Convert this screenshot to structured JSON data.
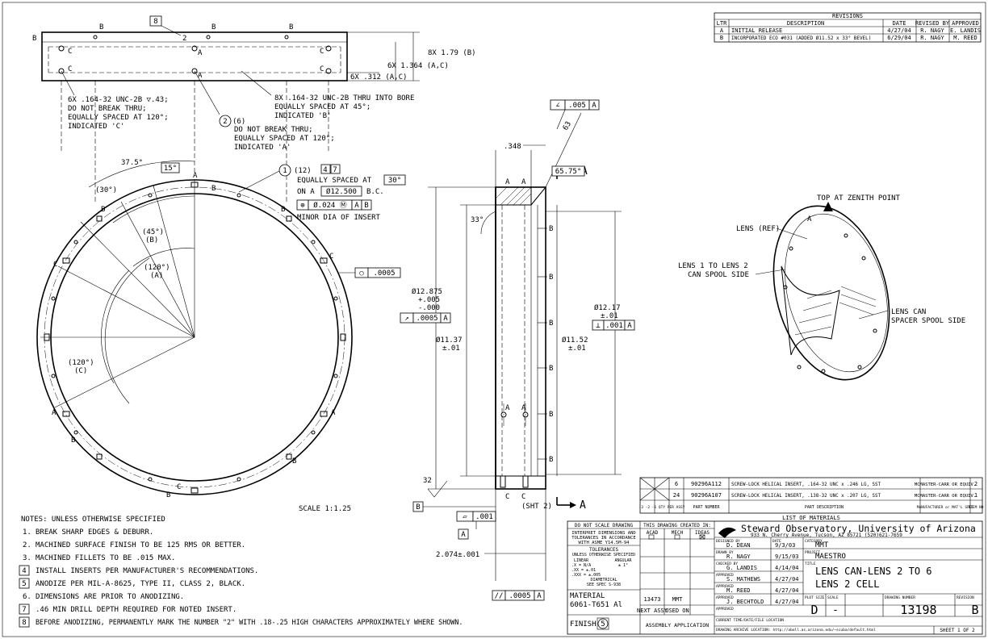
{
  "revisions": {
    "title": "REVISIONS",
    "headers": [
      "LTR",
      "DESCRIPTION",
      "DATE",
      "REVISED BY",
      "APPROVED"
    ],
    "rows": [
      [
        "A",
        "INITIAL RELEASE",
        "4/27/04",
        "R. NAGY",
        "E. LANDIS"
      ],
      [
        "B",
        "INCORPORATED ECO #031 (ADDED Ø11.52 x 33° BEVEL)",
        "6/29/04",
        "R. NAGY",
        "M. REED"
      ]
    ]
  },
  "top_view": {
    "flag": "8",
    "flag_text": "2",
    "dim_width": "8X 1.79 (B)",
    "dim_mid": "6X 1.364 (A,C)",
    "dim_small": "6X .312 (A,C)",
    "note_c": [
      "6X .164-32 UNC-2B ▽.43;",
      "DO NOT BREAK THRU;",
      "EQUALLY SPACED AT 120°;",
      "INDICATED 'C'"
    ],
    "note_b": [
      "8X .164-32 UNC-2B THRU INTO BORE",
      "EQUALLY SPACED AT 45°;",
      "INDICATED 'B'"
    ],
    "note_a_ref": "2",
    "note_a_count": "(6)",
    "note_a": [
      "DO NOT BREAK THRU;",
      "EQUALLY SPACED AT 120°;",
      "INDICATED 'A'"
    ],
    "letters": {
      "b": "B",
      "a": "A",
      "c": "C"
    }
  },
  "front_view": {
    "angle_375": "37.5°",
    "angle_15": "15°",
    "angle_30": "(30°)",
    "angle_45": "(45°)",
    "angle_45b": "(B)",
    "angle_120a": "(120°)",
    "angle_120a_l": "(A)",
    "angle_120c": "(120°)",
    "angle_120c_l": "(C)",
    "insert_ref": "1",
    "insert_count": "(12)",
    "insert_flags": [
      "4",
      "7"
    ],
    "insert_line1": "EQUALLY SPACED AT",
    "insert_angle": "30°",
    "insert_on": "ON A",
    "insert_bc": "Ø12.500",
    "insert_bc_suffix": "B.C.",
    "fcf_pos": [
      "⊕",
      "Ø.024 Ⓜ",
      "A",
      "B"
    ],
    "minor_dia": "MINOR DIA OF INSERT",
    "flatness": [
      "○",
      ".0005"
    ],
    "scale": "SCALE 1:1.25"
  },
  "section_view": {
    "dim_348": ".348",
    "angularity": [
      "∠",
      ".005",
      "A"
    ],
    "chamfer": "63",
    "angle_6575": "65.75°",
    "angle_33": "33°",
    "section_arrow": "A",
    "dia_12875": [
      "Ø12.875",
      "+.005",
      "-.000"
    ],
    "runout": [
      "↗",
      ".0005",
      "A"
    ],
    "dia_1137": [
      "Ø11.37",
      "±.01"
    ],
    "dia_1152": [
      "Ø11.52",
      "±.01"
    ],
    "dia_1217": [
      "Ø12.17",
      "±.01"
    ],
    "perp": [
      "⊥",
      ".001",
      "A"
    ],
    "finish_32": "32",
    "datum_b": "B",
    "flat_001": [
      "▱",
      ".001"
    ],
    "datum_a": "A",
    "dim_2074": "2.074±.001",
    "parallel": [
      "//",
      ".0005",
      "A"
    ],
    "sht2": "(SHT 2)",
    "letters": {
      "a": "A",
      "b": "B",
      "c": "C"
    }
  },
  "iso_view": {
    "top": "TOP AT ZENITH POINT",
    "lens_ref": "LENS (REF)",
    "lens_1_2": [
      "LENS 1 TO LENS 2",
      "CAN SPOOL SIDE"
    ],
    "lens_can": [
      "LENS CAN",
      "SPACER SPOOL SIDE"
    ],
    "a_label": "A"
  },
  "notes": {
    "header": "NOTES: UNLESS OTHERWISE SPECIFIED",
    "items": [
      {
        "n": "1.",
        "t": "BREAK SHARP EDGES & DEBURR.",
        "boxed": false
      },
      {
        "n": "2.",
        "t": "MACHINED SURFACE FINISH TO BE 125 RMS OR BETTER.",
        "boxed": false
      },
      {
        "n": "3.",
        "t": "MACHINED FILLETS TO BE .015 MAX.",
        "boxed": false
      },
      {
        "n": "4",
        "t": "INSTALL INSERTS PER MANUFACTURER'S RECOMMENDATIONS.",
        "boxed": true
      },
      {
        "n": "5",
        "t": "ANODIZE PER MIL-A-8625, TYPE II, CLASS 2, BLACK.",
        "boxed": true
      },
      {
        "n": "6.",
        "t": "DIMENSIONS ARE PRIOR TO ANODIZING.",
        "boxed": false
      },
      {
        "n": "7",
        "t": ".46 MIN DRILL DEPTH REQUIRED FOR NOTED INSERT.",
        "boxed": true
      },
      {
        "n": "8",
        "t": "BEFORE ANODIZING, PERMANENTLY MARK THE NUMBER \"2\" WITH .18-.25 HIGH CHARACTERS APPROXIMATELY WHERE SHOWN.",
        "boxed": true
      }
    ]
  },
  "bom": {
    "rows": [
      {
        "qty": "6",
        "part": "90296A112",
        "desc": "SCREW-LOCK HELICAL INSERT, .164-32 UNC x .246 LG, SST",
        "mfr": "MCMASTER-CARR OR EQUIV.",
        "item": "2"
      },
      {
        "qty": "24",
        "part": "90296A107",
        "desc": "SCREW-LOCK HELICAL INSERT, .138-32 UNC x .207 LG, SST",
        "mfr": "MCMASTER-CARR OR EQUIV.",
        "item": "1"
      }
    ],
    "header": {
      "qty": "-3 -2 -1 QTY PER ASSY",
      "part": "PART NUMBER",
      "desc": "PART DESCRIPTION",
      "mfr": "MANUFACTURER or MAT'L SPEC",
      "item": "ITEM NO"
    },
    "title": "LIST OF MATERIALS"
  },
  "title_block": {
    "do_not_scale": "DO NOT SCALE DRAWING",
    "interpret": [
      "INTERPRET DIMENSIONS AND",
      "TOLERANCES IN ACCORDANCE",
      "WITH ASME Y14.5M-94"
    ],
    "created_in": "THIS DRAWING CREATED IN:",
    "cad": [
      "ACAD",
      "MECH",
      "IDEAS"
    ],
    "tol_title": "TOLERANCES",
    "tol_sub": "UNLESS OTHERWISE SPECIFIED",
    "tol_linear": "LINEAR",
    "tol_angular": "ANGULAR",
    "tol_lines": [
      ".X = N/A",
      ".XX = ±.01",
      ".XXX = ±.005"
    ],
    "tol_ang": "± 1°",
    "diametral": "DIAMETRICAL",
    "see_spec": "SEE SPEC S-938",
    "material_label": "MATERIAL",
    "material": "6061-T651 Al",
    "next_assy_val": "13473",
    "used_on_val": "MMT",
    "next_assy": "NEXT ASSY",
    "used_on": "USED ON",
    "finish": "FINISH",
    "finish_flag": "5",
    "assembly": "ASSEMBLY APPLICATION",
    "org": "Steward Observatory, University of Arizona",
    "address": "933 N. Cherry Avenue, Tucson, AZ  85721   (520)621-7659",
    "designed_by_l": "DESIGNED BY",
    "designed_by": "D. DEAN",
    "designed_date": "9/3/03",
    "drawn_by_l": "DRAWN BY",
    "drawn_by": "R. NAGY",
    "drawn_date": "9/15/03",
    "checked_by_l": "CHECKED BY",
    "checked_by": "G. LANDIS",
    "checked_date": "4/14/04",
    "approved_l": "APPROVED",
    "approved1": "S. MATHEWS",
    "approved1_date": "4/27/04",
    "approved2": "M. REED",
    "approved2_date": "4/27/04",
    "approved3": "J. BECHTOLD",
    "approved3_date": "4/27/04",
    "date_l": "DATE",
    "category_l": "CATEGORY",
    "category": "MMT",
    "project_l": "PROJECT",
    "project": "MAESTRO",
    "title_l": "TITLE",
    "title1": "LENS CAN-LENS 2 TO 6",
    "title2": "LENS 2 CELL",
    "plot_size_l": "PLOT SIZE",
    "plot_size": "D",
    "scale_l": "SCALE",
    "scale": "-",
    "dwg_no_l": "DRAWING NUMBER",
    "dwg_no": "13198",
    "rev_l": "REVISION",
    "rev": "B",
    "current_time": "CURRENT TIME/DATE/FILE LOCATION",
    "archive": "DRAWING ARCHIVE LOCATION: http://abell.as.arizona.edu/~scuba/default.html",
    "sheet": "SHEET 1 OF 2"
  }
}
